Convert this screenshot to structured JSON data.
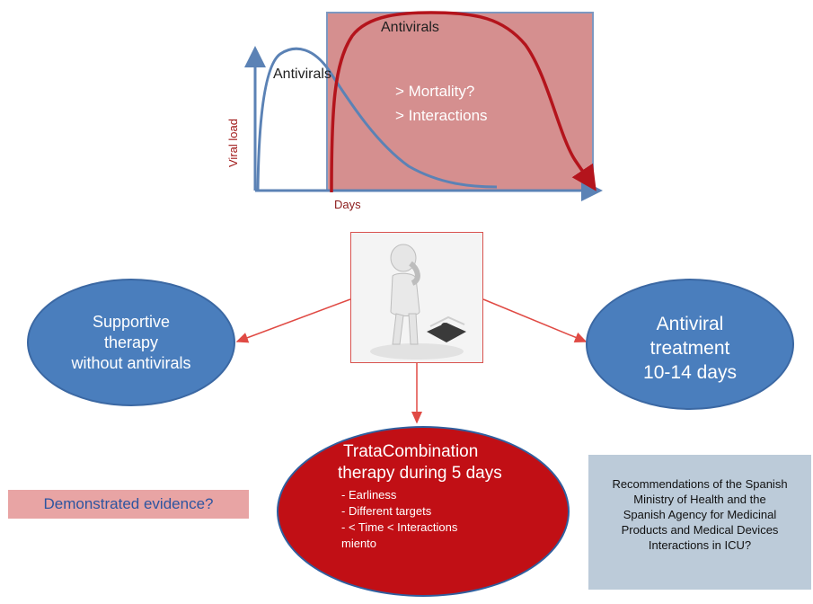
{
  "graph": {
    "label_red_curve": "Antivirals",
    "label_blue_curve": "Antivirals",
    "overlay_line_1": "> Mortality?",
    "overlay_line_2": "> Interactions",
    "y_axis_label": "Viral load",
    "x_axis_label": "Days"
  },
  "options": {
    "left": {
      "line_1": "Supportive",
      "line_2": "therapy",
      "line_3": "without antivirals"
    },
    "right": {
      "line_1": "Antiviral",
      "line_2": "treatment",
      "line_3": "10-14 days"
    },
    "bottom": {
      "title": "TrataCombination",
      "subtitle": "therapy during 5 days",
      "items": [
        "- Earliness",
        "- Different targets",
        "- < Time < Interactions",
        "miento"
      ]
    }
  },
  "evidence_box": "Demonstrated evidence?",
  "recommendation_box": {
    "lines": [
      "Recommendations of the Spanish",
      "Ministry of Health and the",
      "Spanish Agency for Medicinal",
      "Products and Medical Devices",
      "Interactions in ICU?"
    ]
  },
  "colors": {
    "overlay_fill": "#d58f8f",
    "red_curve": "#b4141c",
    "blue_curve": "#5b82b5",
    "ellipse_blue": "#4a7ebd",
    "ellipse_red": "#c10f15",
    "arrow": "#e04a44",
    "evidence_fill": "#e8a4a4",
    "recommend_fill": "#bccbd9"
  },
  "icons": [
    "thinking-person-icon",
    "puzzle-piece-icon"
  ]
}
